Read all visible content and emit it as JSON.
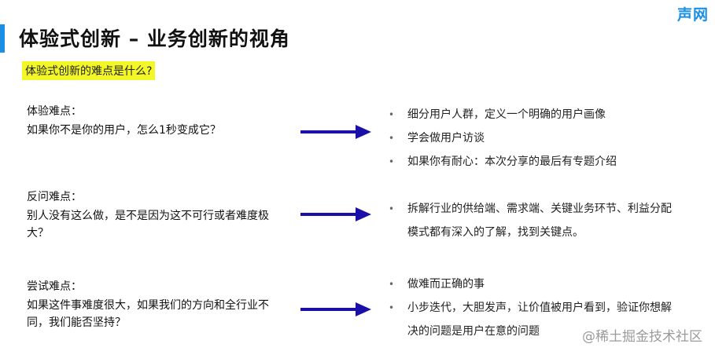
{
  "header": {
    "title": "体验式创新 – 业务创新的视角",
    "brand": "声网"
  },
  "subtitle": "体验式创新的难点是什么?",
  "rows": [
    {
      "heading": "体验难点：",
      "description": "如果你不是你的用户，怎么1秒变成它？",
      "bullets": [
        "细分用户人群，定义一个明确的用户画像",
        "学会做用户访谈",
        "如果你有耐心：本次分享的最后有专题介绍"
      ]
    },
    {
      "heading": "反问难点：",
      "description": "别人没有这么做，是不是因为这不可行或者难度极大？",
      "bullets": [
        "拆解行业的供给端、需求端、关键业务环节、利益分配模式都有深入的了解，找到关键点。"
      ]
    },
    {
      "heading": "尝试难点：",
      "description": "如果这件事难度很大，如果我们的方向和全行业不同，我们能否坚持？",
      "bullets": [
        "做难而正确的事",
        "小步迭代，大胆发声，让价值被用户看到，验证你想解决的问题是用户在意的问题"
      ]
    }
  ],
  "bullet_marker": "•",
  "watermark": "@稀土掘金技术社区",
  "colors": {
    "accent": "#1a8fe3",
    "highlight": "#f4f727",
    "arrow": "#1a0fa8"
  }
}
